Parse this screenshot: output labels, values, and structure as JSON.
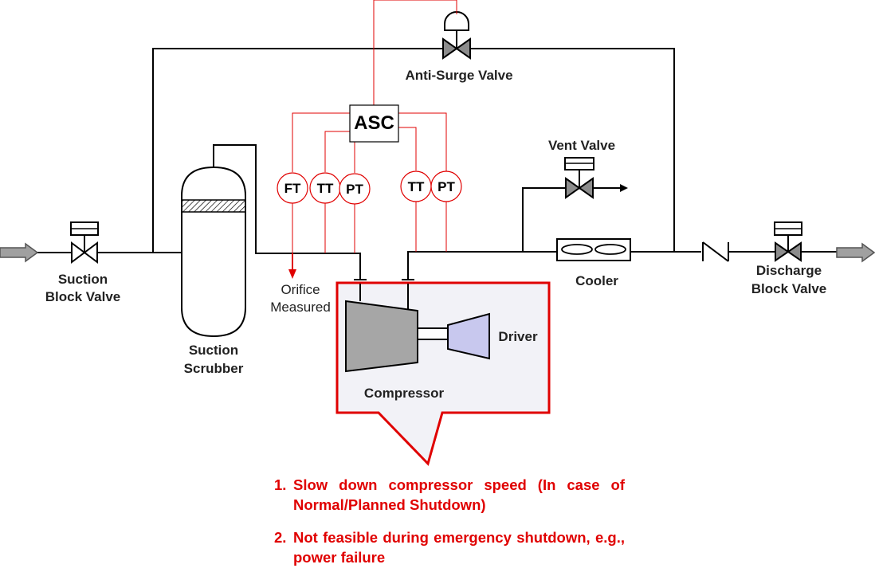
{
  "controller": {
    "label": "ASC"
  },
  "instruments": [
    {
      "id": "ft",
      "label": "FT"
    },
    {
      "id": "tt-suction",
      "label": "TT"
    },
    {
      "id": "pt-suction",
      "label": "PT"
    },
    {
      "id": "tt-discharge",
      "label": "TT"
    },
    {
      "id": "pt-discharge",
      "label": "PT"
    }
  ],
  "labels": {
    "anti_surge_valve": "Anti-Surge Valve",
    "vent_valve": "Vent Valve",
    "suction_block_valve_1": "Suction",
    "suction_block_valve_2": "Block Valve",
    "suction_scrubber_1": "Suction",
    "suction_scrubber_2": "Scrubber",
    "orifice_1": "Orifice",
    "orifice_2": "Measured",
    "cooler": "Cooler",
    "discharge_block_valve_1": "Discharge",
    "discharge_block_valve_2": "Block Valve",
    "compressor": "Compressor",
    "driver": "Driver"
  },
  "notes": [
    {
      "number": "1.",
      "text": "Slow down compressor speed (In case of Normal/Planned Shutdown)"
    },
    {
      "number": "2.",
      "text": "Not feasible during emergency shutdown, e.g., power failure"
    }
  ],
  "colors": {
    "signal_line": "#e00000",
    "callout_border": "#e00000",
    "callout_fill": "#f2f2f7",
    "compressor_fill": "#a6a6a6",
    "driver_fill": "#c8c8ee",
    "notes_text": "#e00000"
  }
}
